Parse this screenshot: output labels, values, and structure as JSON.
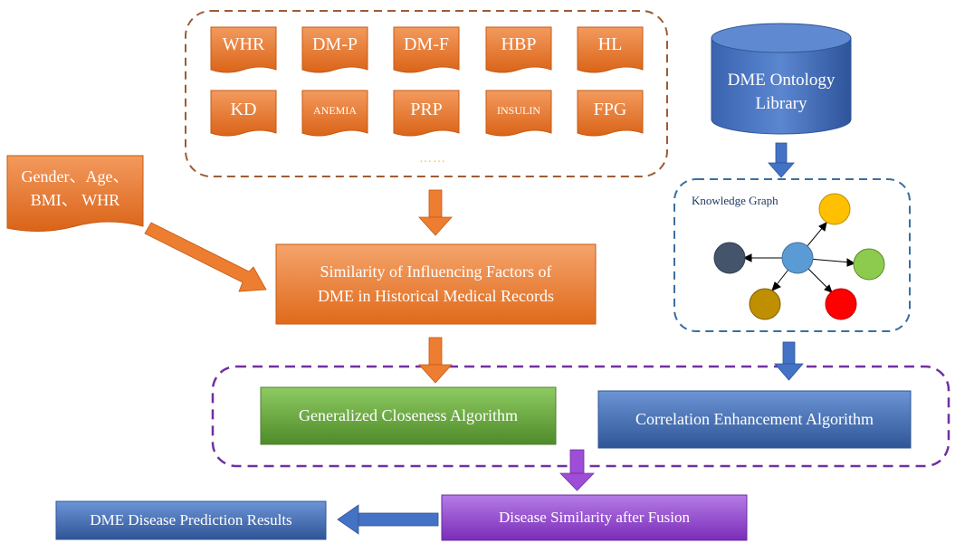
{
  "factors_row1": [
    "WHR",
    "DM-P",
    "DM-F",
    "HBP",
    "HL"
  ],
  "factors_row2": [
    "KD",
    "ANEMIA",
    "PRP",
    "INSULIN",
    "FPG"
  ],
  "ellipsis": "……",
  "demographics": {
    "line1": "Gender、Age、",
    "line2": "BMI、 WHR"
  },
  "ontology": {
    "line1": "DME Ontology",
    "line2": "Library"
  },
  "knowledge_graph_label": "Knowledge Graph",
  "similarity_box": {
    "line1": "Similarity of Influencing Factors of",
    "line2": "DME in Historical Medical Records"
  },
  "generalized_closeness": "Generalized Closeness Algorithm",
  "correlation_enhancement": "Correlation Enhancement Algorithm",
  "fusion": "Disease Similarity after Fusion",
  "prediction": "DME Disease Prediction Results",
  "colors": {
    "orange": "#ED7D31",
    "blue": "#4472C4",
    "green": "#70AD47",
    "purple": "#9E4DD6",
    "dashed_brown": "#9C5B33",
    "dashed_blue": "#3B6FA0",
    "dashed_purple": "#7030A0"
  }
}
